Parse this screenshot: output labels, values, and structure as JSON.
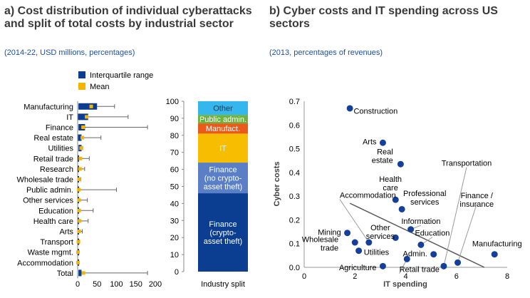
{
  "panel_a": {
    "title_line1": "a) Cost distribution of individual cyberattacks",
    "title_line2": "and split of total costs by industrial sector",
    "subtitle": "(2014-22, USD millions, percentages)"
  },
  "panel_b": {
    "title_line1": "b) Cyber costs and IT spending across US",
    "title_line2": "sectors",
    "subtitle": "(2013, percentages of revenues)"
  },
  "colors": {
    "iqr": "#0b3d91",
    "mean": "#f5b400",
    "whisker": "#666666",
    "dot": "#143f9a",
    "trend": "#595959"
  },
  "chart_data": [
    {
      "type": "bar",
      "name": "cost-distribution",
      "legend": [
        "Interquartile range",
        "Mean"
      ],
      "categories": [
        "Manufacturing",
        "IT",
        "Finance",
        "Real estate",
        "Utilities",
        "Retail trade",
        "Research",
        "Wholesale trade",
        "Public admin.",
        "Other services",
        "Education",
        "Health care",
        "Arts",
        "Transport",
        "Waste mgmt.",
        "Accommodation",
        "Total"
      ],
      "iqr_low": [
        2,
        1,
        2,
        1,
        2,
        0,
        0,
        0,
        0,
        0,
        0,
        0,
        0,
        0,
        0,
        0,
        2
      ],
      "iqr_high": [
        50,
        27,
        19,
        10,
        10,
        3,
        2,
        3,
        1,
        2,
        2,
        2,
        2,
        1,
        1,
        1,
        10
      ],
      "mean": [
        35,
        23,
        14,
        12,
        9,
        7,
        6,
        4,
        3,
        4,
        4,
        5,
        4,
        2,
        1,
        1,
        15
      ],
      "whisker": [
        95,
        130,
        180,
        60,
        13,
        30,
        18,
        8,
        100,
        25,
        40,
        27,
        12,
        5,
        1,
        1,
        180
      ],
      "xticks": [
        0,
        50,
        100,
        150,
        200
      ],
      "xlim": [
        0,
        200
      ]
    },
    {
      "type": "bar",
      "name": "industry-split",
      "xlabel": "Industry split",
      "yticks": [
        0,
        10,
        20,
        30,
        40,
        50,
        60,
        70,
        80,
        90,
        100
      ],
      "ylim": [
        0,
        100
      ],
      "segments": [
        {
          "label": "Finance\n(crypto-\nasset theft)",
          "value": 46,
          "color": "#0b3d91",
          "text_color": "#ffffff"
        },
        {
          "label": "Finance\n(no crypto-\nasset theft)",
          "value": 18,
          "color": "#5a7fc6",
          "text_color": "#ffffff"
        },
        {
          "label": "IT",
          "value": 17,
          "color": "#f7bd00",
          "text_color": "#ffffff"
        },
        {
          "label": "Manufact.",
          "value": 6,
          "color": "#ea5a1a",
          "text_color": "#ffffff"
        },
        {
          "label": "Public admin.",
          "value": 5,
          "color": "#6db33f",
          "text_color": "#ffffff"
        },
        {
          "label": "Other",
          "value": 8,
          "color": "#33b7ec",
          "text_color": "#1f3a5a"
        }
      ]
    },
    {
      "type": "scatter",
      "name": "cyber-vs-it",
      "xlabel": "IT spending",
      "ylabel": "Cyber costs",
      "xlim": [
        0,
        8
      ],
      "ylim": [
        0,
        0.7
      ],
      "xticks": [
        0,
        2,
        4,
        6,
        8
      ],
      "yticks": [
        0.0,
        0.1,
        0.2,
        0.3,
        0.4,
        0.5,
        0.6,
        0.7
      ],
      "trend": {
        "x": [
          1.8,
          7.1
        ],
        "y": [
          0.27,
          0.0
        ]
      },
      "points": [
        {
          "label": "Construction",
          "x": 1.8,
          "y": 0.67,
          "lx": 1.95,
          "ly": 0.66,
          "anchor": "start"
        },
        {
          "label": "Arts",
          "x": 3.1,
          "y": 0.525,
          "lx": 2.85,
          "ly": 0.53,
          "anchor": "end"
        },
        {
          "label": "Real\nestate",
          "x": 3.8,
          "y": 0.435,
          "lx": 3.5,
          "ly": 0.47,
          "anchor": "end"
        },
        {
          "label": "Health\ncare",
          "x": 3.6,
          "y": 0.285,
          "lx": 3.4,
          "ly": 0.355,
          "anchor": "middle"
        },
        {
          "label": "Professional\nservices",
          "x": 3.85,
          "y": 0.245,
          "lx": 4.75,
          "ly": 0.295,
          "anchor": "middle"
        },
        {
          "label": "Information",
          "x": 4.2,
          "y": 0.16,
          "lx": 4.6,
          "ly": 0.195,
          "anchor": "middle",
          "lead": true
        },
        {
          "label": "Other\nservices",
          "x": 3.6,
          "y": 0.125,
          "lx": 3.0,
          "ly": 0.15,
          "anchor": "middle"
        },
        {
          "label": "Accommodation",
          "x": 2.55,
          "y": 0.105,
          "lx": 1.4,
          "ly": 0.305,
          "anchor": "start",
          "lead": true
        },
        {
          "label": "Mining",
          "x": 1.7,
          "y": 0.145,
          "lx": 1.45,
          "ly": 0.148,
          "anchor": "end"
        },
        {
          "label": "Wholesale\ntrade",
          "x": 2.0,
          "y": 0.105,
          "lx": 1.35,
          "ly": 0.1,
          "anchor": "end"
        },
        {
          "label": "Utilities",
          "x": 2.15,
          "y": 0.07,
          "lx": 2.35,
          "ly": 0.065,
          "anchor": "start"
        },
        {
          "label": "Education",
          "x": 4.6,
          "y": 0.095,
          "lx": 5.05,
          "ly": 0.145,
          "anchor": "middle",
          "lead": true
        },
        {
          "label": "Admin.",
          "x": 5.1,
          "y": 0.055,
          "lx": 4.85,
          "ly": 0.058,
          "anchor": "end"
        },
        {
          "label": "Agriculture",
          "x": 3.1,
          "y": 0.005,
          "lx": 2.85,
          "ly": 0.0,
          "anchor": "end"
        },
        {
          "label": "Retail trade",
          "x": 4.05,
          "y": 0.035,
          "lx": 3.75,
          "ly": -0.008,
          "anchor": "start",
          "lead": true
        },
        {
          "label": "Transportation",
          "x": 5.5,
          "y": 0.005,
          "lx": 6.4,
          "ly": 0.44,
          "anchor": "middle",
          "lead": true
        },
        {
          "label": "Finance /\ninsurance",
          "x": 6.05,
          "y": 0.02,
          "lx": 6.8,
          "ly": 0.285,
          "anchor": "middle",
          "lead": true
        },
        {
          "label": "Manufacturing",
          "x": 7.5,
          "y": 0.055,
          "lx": 7.6,
          "ly": 0.1,
          "anchor": "middle"
        }
      ]
    }
  ]
}
